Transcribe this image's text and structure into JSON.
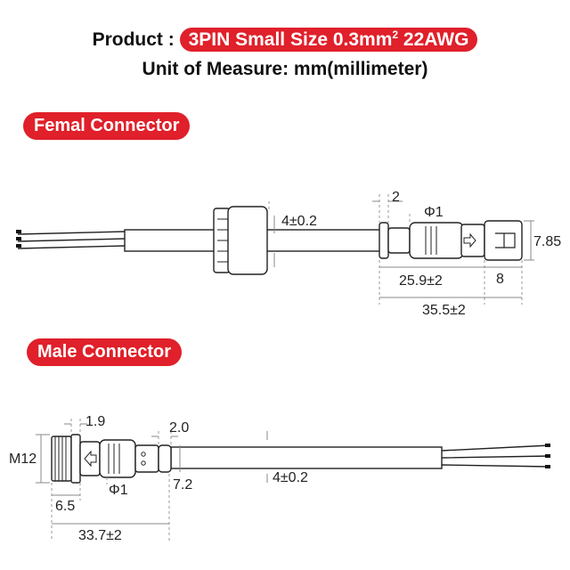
{
  "header": {
    "product_label": "Product :",
    "product_value": "3PIN Small Size  0.3mm",
    "product_sup": "2",
    "product_awg": " 22AWG",
    "unit_label": "Unit of Measure:",
    "unit_value": "mm(millimeter)"
  },
  "female": {
    "title": "Femal Connector",
    "dims": {
      "nut_length": "4±0.2",
      "gap": "2",
      "diameter": "Φ1",
      "height": "7.85",
      "body_length": "25.9±2",
      "tip_length": "8",
      "total_length": "35.5±2"
    }
  },
  "male": {
    "title": "Male Connector",
    "dims": {
      "thread": "M12",
      "flange": "1.9",
      "gap": "2.0",
      "diameter": "Φ1",
      "height": "7.2",
      "cable_len": "4±0.2",
      "nose": "6.5",
      "total_length": "33.7±2"
    }
  }
}
